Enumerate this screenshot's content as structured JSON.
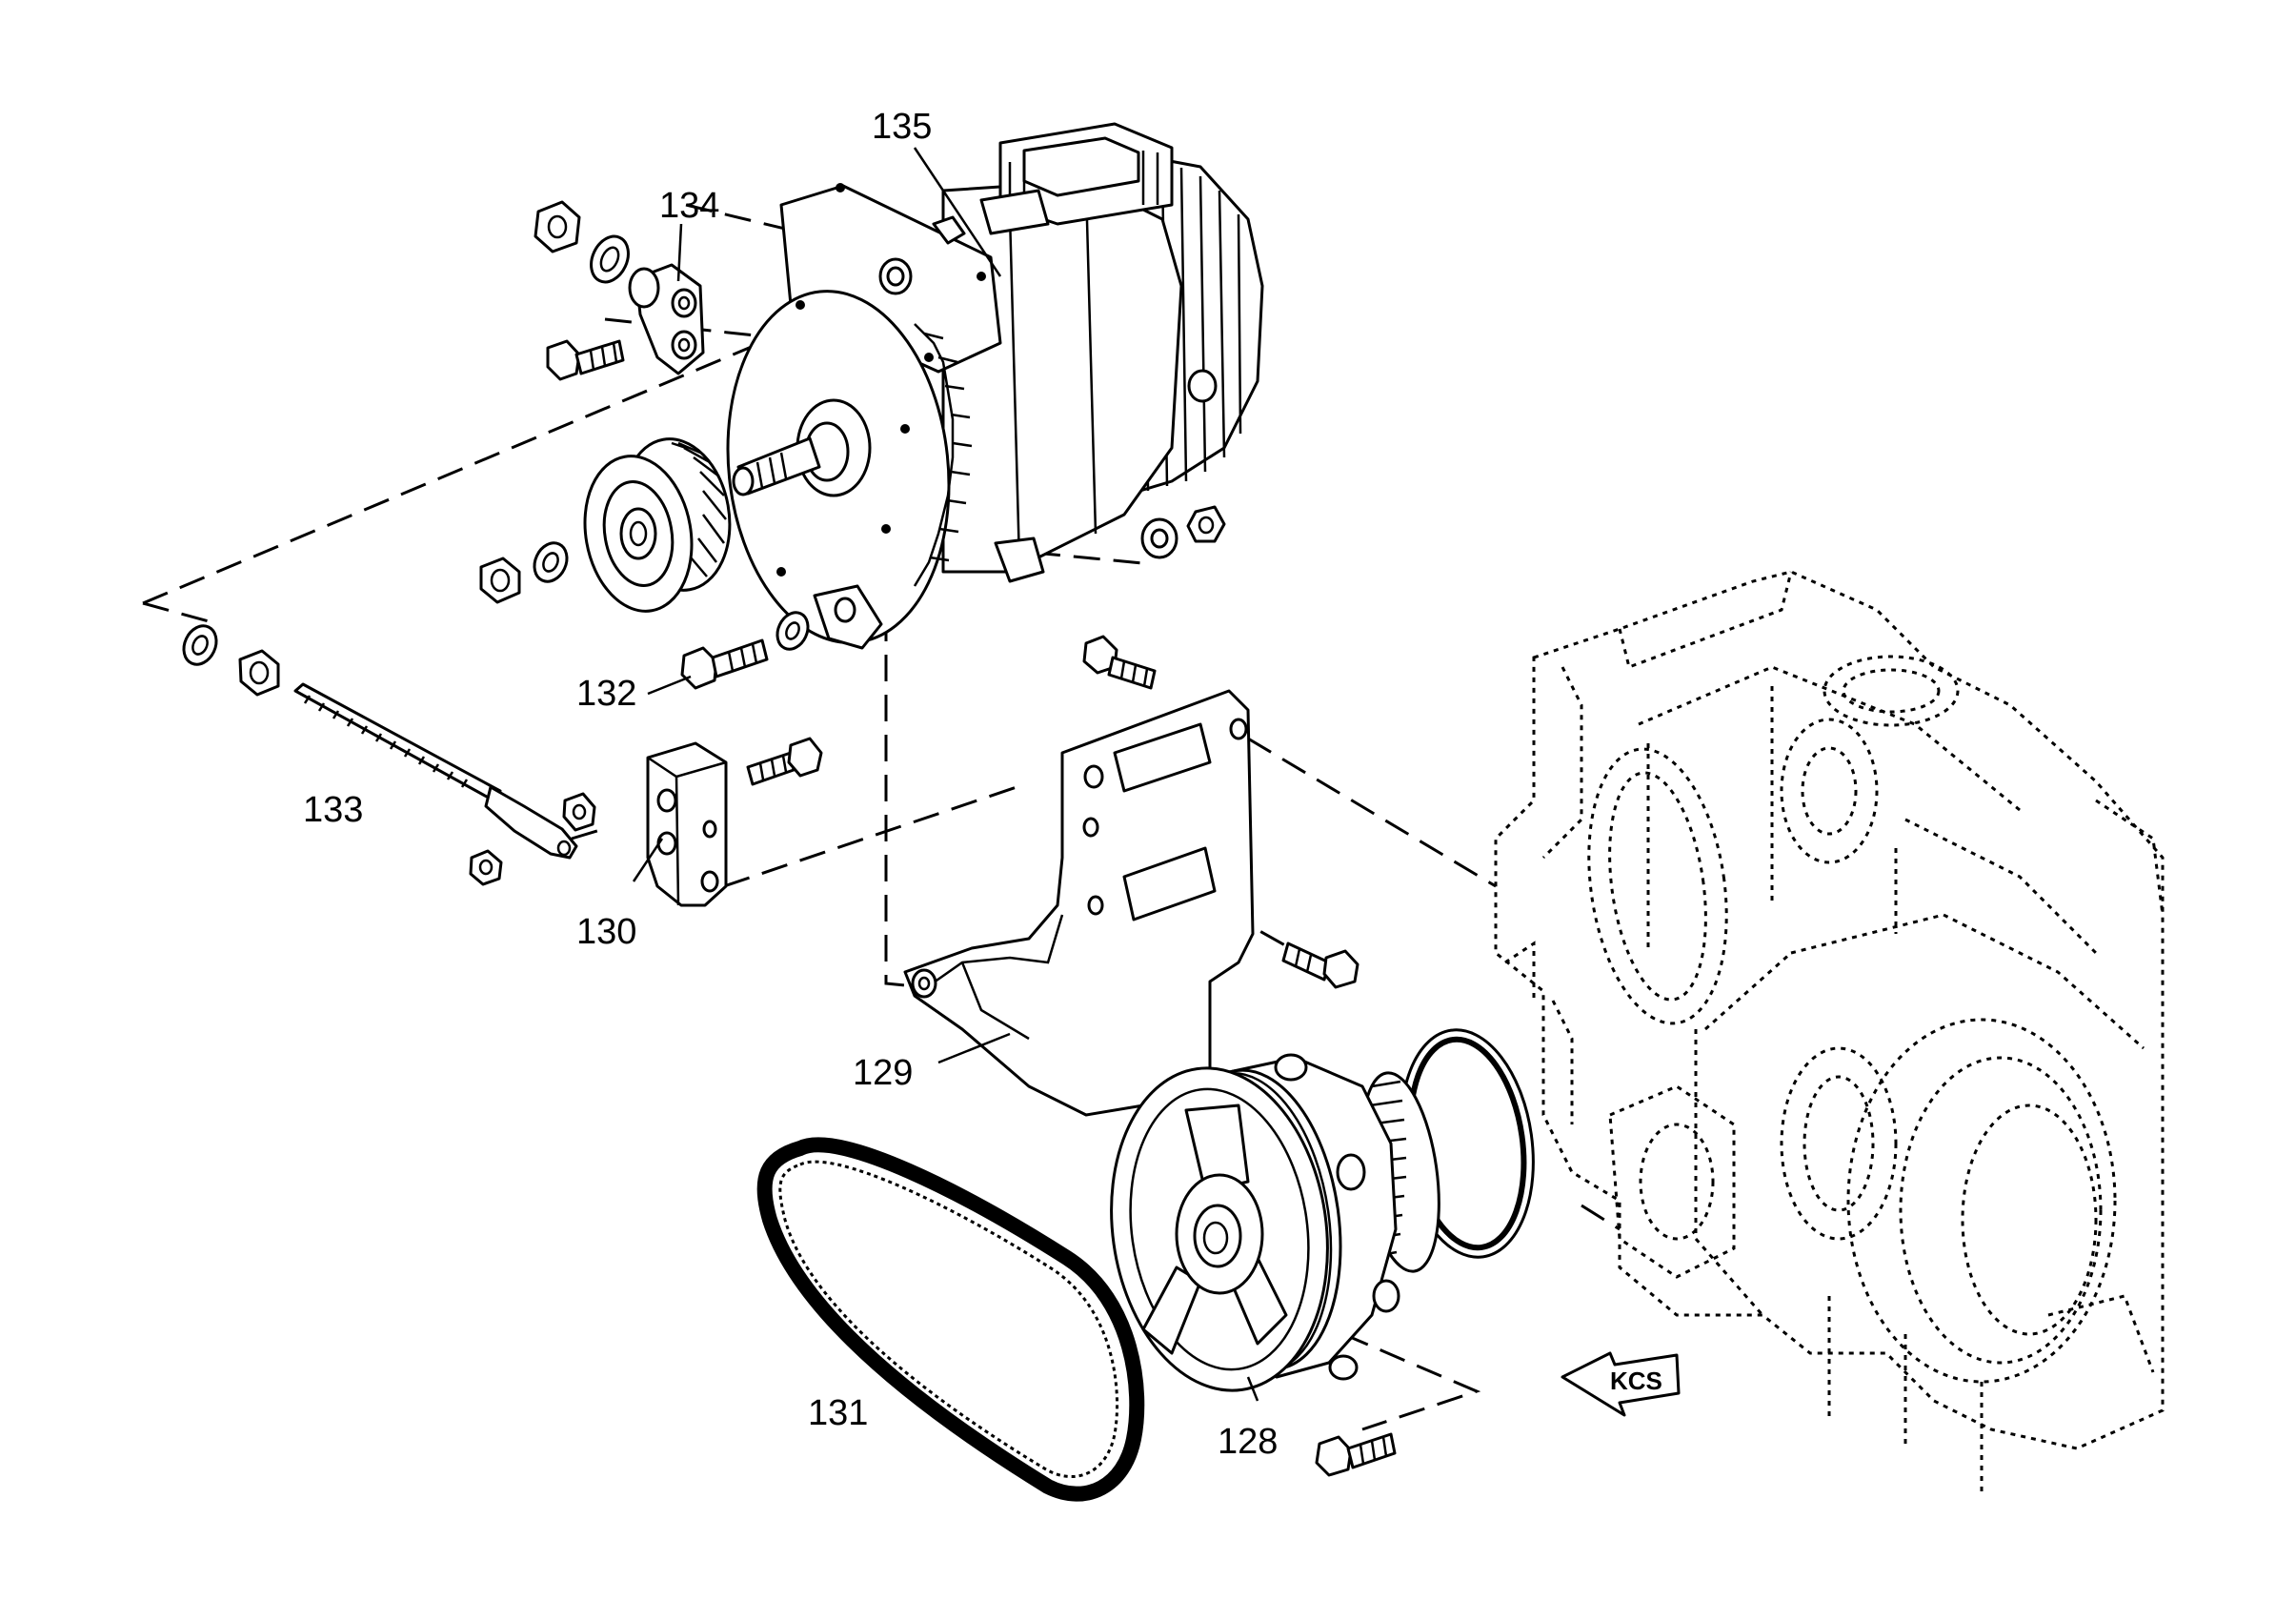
{
  "callouts": [
    {
      "id": "135",
      "text": "135"
    },
    {
      "id": "134",
      "text": "134"
    },
    {
      "id": "132",
      "text": "132"
    },
    {
      "id": "133",
      "text": "133"
    },
    {
      "id": "130",
      "text": "130"
    },
    {
      "id": "129",
      "text": "129"
    },
    {
      "id": "131",
      "text": "131"
    },
    {
      "id": "128",
      "text": "128"
    }
  ],
  "direction_marker": {
    "text": "KCS"
  }
}
